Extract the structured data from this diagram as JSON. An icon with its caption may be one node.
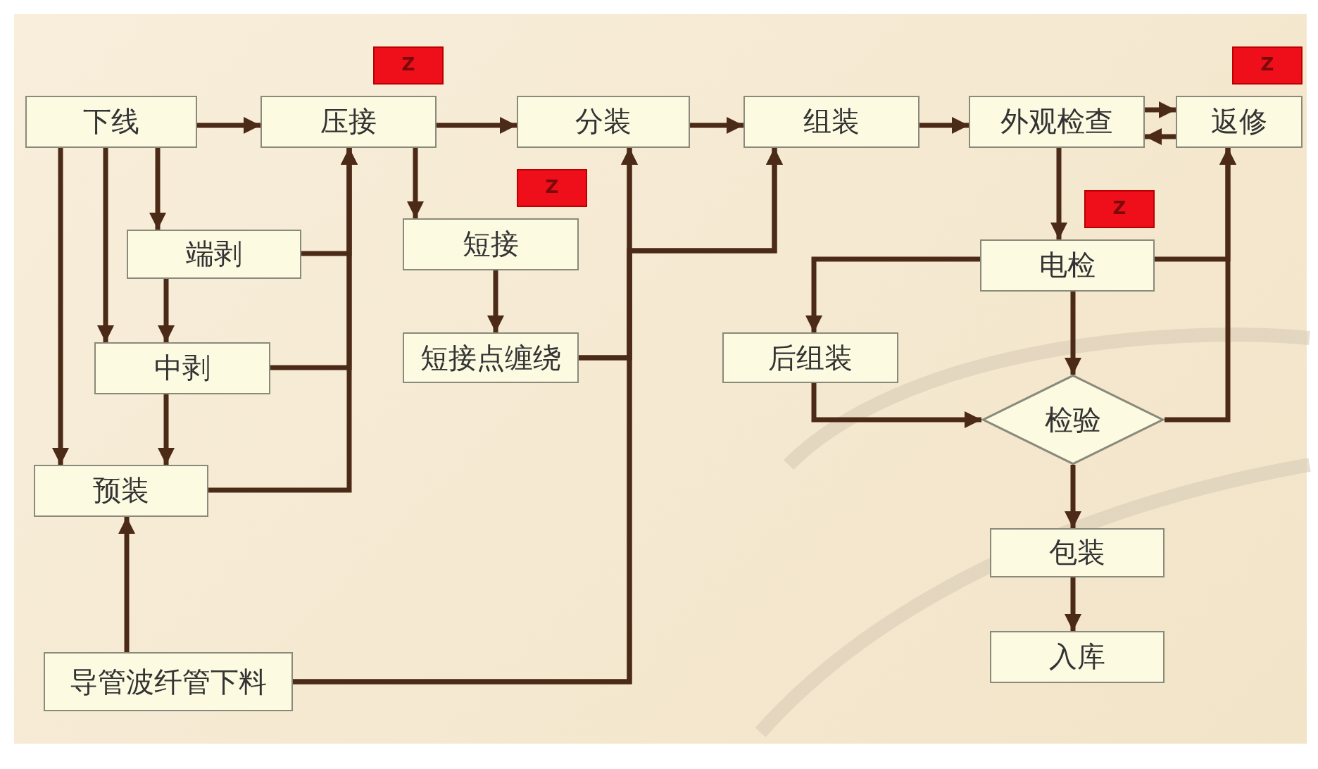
{
  "diagram": {
    "nodes": [
      {
        "text": [
          "下线"
        ]
      },
      {
        "text": [
          "压接"
        ]
      },
      {
        "text": [
          "分装"
        ]
      },
      {
        "text": [
          "组装"
        ]
      },
      {
        "text": [
          "外观检查"
        ]
      },
      {
        "text": [
          "返修"
        ]
      },
      {
        "text": [
          "端剥"
        ]
      },
      {
        "text": [
          "短接"
        ]
      },
      {
        "text": [
          "电检"
        ]
      },
      {
        "text": [
          "中剥"
        ]
      },
      {
        "text": [
          "短接点缠绕"
        ]
      },
      {
        "text": [
          "后组装"
        ]
      },
      {
        "text": [
          "检验"
        ]
      },
      {
        "text": [
          "预装"
        ]
      },
      {
        "text": [
          "包装"
        ]
      },
      {
        "text": [
          "导管波纤管下料"
        ]
      },
      {
        "text": [
          "入库"
        ]
      },
      {
        "text": [
          "Z"
        ]
      },
      {
        "text": [
          "Z"
        ]
      },
      {
        "text": [
          "Z"
        ]
      },
      {
        "text": [
          "Z"
        ]
      }
    ],
    "edges": [
      {
        "from": 0,
        "to": 1,
        "arrow": "to"
      },
      {
        "from": 0,
        "to": 6,
        "arrow": "to"
      },
      {
        "from": 0,
        "to": 9,
        "arrow": "to"
      },
      {
        "from": 0,
        "to": 13,
        "arrow": "to"
      },
      {
        "from": 6,
        "to": 9,
        "arrow": "to"
      },
      {
        "from": 9,
        "to": 13,
        "arrow": "to"
      },
      {
        "from": 6,
        "to": 1,
        "arrow": "to"
      },
      {
        "from": 9,
        "to": 1,
        "arrow": "to"
      },
      {
        "from": 13,
        "to": 1,
        "arrow": "to"
      },
      {
        "from": 1,
        "to": 2,
        "arrow": "to"
      },
      {
        "from": 1,
        "to": 7,
        "arrow": "to"
      },
      {
        "from": 7,
        "to": 10,
        "arrow": "to"
      },
      {
        "from": 10,
        "to": 2,
        "arrow": "to"
      },
      {
        "from": 15,
        "to": 2,
        "arrow": "to"
      },
      {
        "from": 10,
        "to": 3,
        "arrow": "to"
      },
      {
        "from": 15,
        "to": 3,
        "arrow": "to"
      },
      {
        "from": 2,
        "to": 3,
        "arrow": "to"
      },
      {
        "from": 3,
        "to": 4,
        "arrow": "to"
      },
      {
        "from": 4,
        "to": 5,
        "arrow": "to"
      },
      {
        "from": 5,
        "to": 4,
        "arrow": "to"
      },
      {
        "from": 4,
        "to": 8,
        "arrow": "to"
      },
      {
        "from": 8,
        "to": 11,
        "arrow": "to"
      },
      {
        "from": 8,
        "to": 12,
        "arrow": "to"
      },
      {
        "from": 8,
        "to": 5,
        "arrow": "to"
      },
      {
        "from": 12,
        "to": 5,
        "arrow": "to"
      },
      {
        "from": 11,
        "to": 12,
        "arrow": "to"
      },
      {
        "from": 15,
        "to": 13,
        "arrow": "to"
      },
      {
        "from": 12,
        "to": 14,
        "arrow": "to"
      },
      {
        "from": 14,
        "to": 16,
        "arrow": "to"
      }
    ]
  }
}
